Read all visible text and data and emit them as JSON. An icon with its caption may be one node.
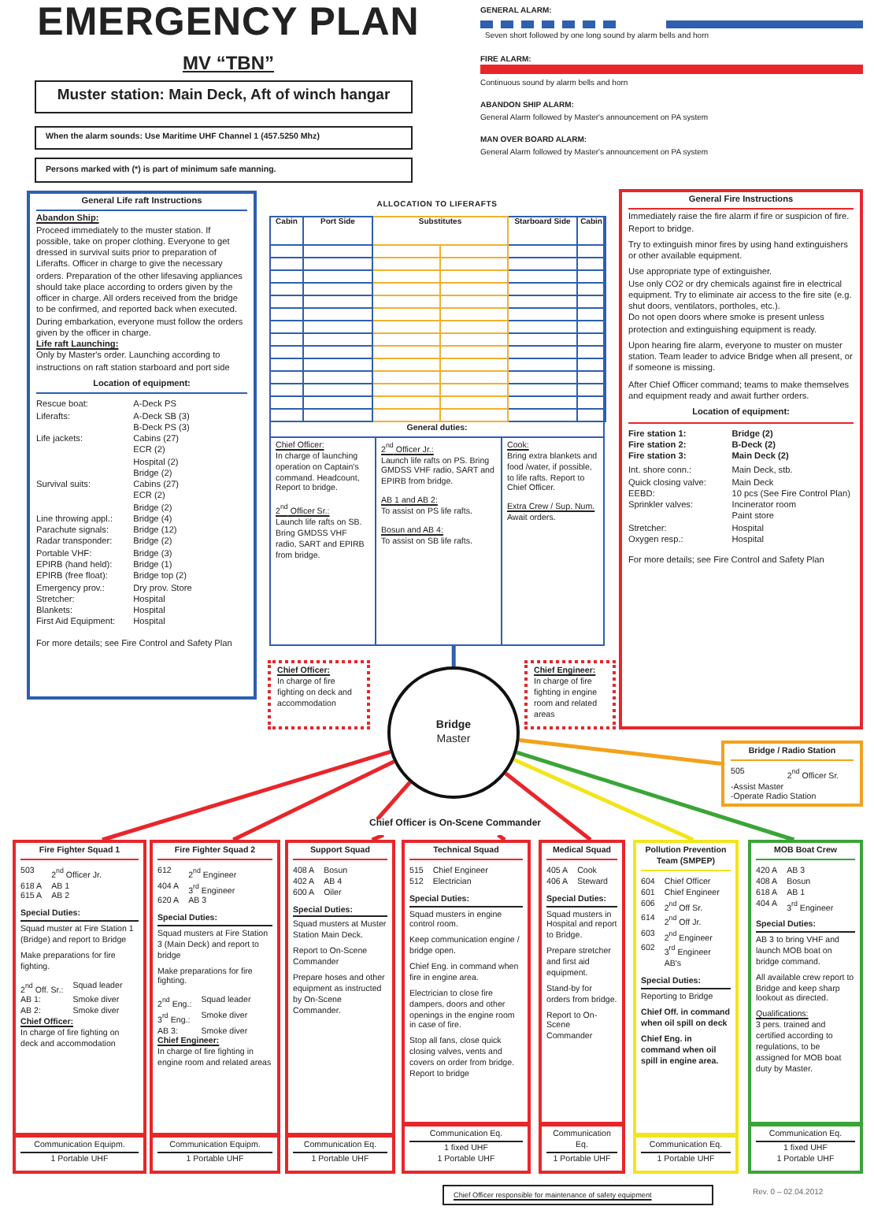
{
  "diagram": {
    "title": "EMERGENCY PLAN",
    "nodes": [
      {
        "text": [
          "Muster station: Main Deck, Aft of winch hangar"
        ]
      },
      {
        "text": [
          "When the alarm sounds: Use Maritime UHF Channel 1 (457.5250 Mhz)"
        ]
      },
      {
        "text": [
          "Persons marked with (*) is part of minimum safe manning."
        ]
      },
      {
        "text": [
          "General Life raft Instructions",
          "Abandon Ship:",
          "Proceed immediately to the muster station. If possible, take on proper clothing. Everyone to get dressed in survival suits prior to preparation of Liferafts. Officer in charge to give the necessary orders. Preparation of the other lifesaving appliances should take place according to orders given by the officer in charge. All orders received from the bridge to be confirmed, and reported back when executed. During embarkation, everyone must follow the orders given by the officer in charge.",
          "Life raft Launching:",
          "Only by Master's order. Launching according to instructions on raft station starboard and port side",
          "Location of equipment:",
          "Rescue boat:",
          "A-Deck PS",
          "Liferafts:",
          "A-Deck SB (3)",
          "B-Deck PS (3)",
          "Life jackets:",
          "Cabins (27)",
          "ECR (2)",
          "Hospital (2)",
          "Bridge (2)",
          "Survival suits:",
          "Cabins (27)",
          "ECR (2)",
          "Bridge (2)",
          "Line throwing appl.:",
          "Bridge (4)",
          "Parachute signals:",
          "Bridge (12)",
          "Radar transponder:",
          "Bridge (2)",
          "Portable VHF:",
          "Bridge (3)",
          "EPIRB (hand held):",
          "Bridge (1)",
          "EPIRB (free float):",
          "Bridge top (2)",
          "Emergency prov.:",
          "Dry prov. Store",
          "Stretcher:",
          "Hospital",
          "Blankets:",
          "Hospital",
          "First Aid Equipment:",
          "Hospital",
          "For more details; see Fire Control and Safety Plan"
        ]
      },
      {
        "text": [
          "ALLOCATION TO LIFERAFTS",
          "Cabin",
          "Port Side",
          "Substitutes",
          "Starboard Side",
          "Cabin",
          "General duties:",
          "Chief Officer:",
          "In charge of launching operation on Captain's command. Headcount, Report to bridge.",
          "2$^{nd}$ Officer Sr.:",
          "Launch life rafts on SB. Bring GMDSS VHF radio, SART and EPIRB from bridge.",
          "2$^{nd}$ Officer Jr.:",
          "Launch life rafts on PS. Bring GMDSS VHF radio, SART and EPIRB from bridge.",
          "AB 1 and AB 2:",
          "To assist on PS life rafts.",
          "Bosun and AB 4:",
          "To assist on SB life rafts.",
          "Cook:",
          "Bring extra blankets and food /water, if possible, to life rafts. Report to Chief Officer.",
          "Extra Crew / Sup. Num.",
          "Await orders."
        ]
      },
      {
        "text": [
          "Chief Officer:",
          "In charge of fire fighting on deck and accommodation"
        ]
      },
      {
        "text": [
          "Chief Engineer:",
          "In charge of fire fighting in engine room and related areas"
        ]
      },
      {
        "text": [
          "General Fire Instructions",
          "Immediately raise the fire alarm if fire or suspicion of fire. Report to bridge.",
          "Try to extinguish minor fires by using hand extinguishers or other available equipment.",
          "Use appropriate type of extinguisher.",
          "Use only CO2 or dry chemicals against fire in electrical equipment. Try to eliminate air access to the fire site (e.g. shut doors, ventilators, portholes, etc.).",
          "Do not open doors where smoke is present unless protection and extinguishing equipment is ready.",
          "Upon hearing fire alarm, everyone to muster on muster station. Team leader to advice Bridge when all present, or if someone is missing.",
          "After Chief Officer command; teams to make themselves and equipment ready and await further orders.",
          "Location of equipment:",
          "Fire station 1:",
          "Bridge (2)",
          "Fire station 2:",
          "B-Deck (2)",
          "Fire station 3:",
          "Main Deck (2)",
          "Int. shore conn.:",
          "Main Deck, stb.",
          "Quick closing valve:",
          "Main Deck",
          "EEBD:",
          "10 pcs (See Fire Control Plan)",
          "Sprinkler valves:",
          "Incinerator room",
          "Paint store",
          "Stretcher:",
          "Hospital",
          "Oxygen resp.:",
          "Hospital",
          "For more details; see Fire Control and Safety Plan"
        ]
      },
      {
        "text": [
          "Bridge",
          "Master"
        ]
      },
      {
        "text": [
          "Bridge / Radio Station",
          "505",
          "2$^{nd}$ Officer Sr.",
          "-Assist Master",
          "-Operate Radio Station"
        ]
      },
      {
        "text": [
          "Chief Officer is On-Scene Commander"
        ]
      },
      {
        "text": [
          "Fire Fighter Squad 1",
          "503",
          "2$^{nd}$ Officer Jr.",
          "618 A",
          "AB 1",
          "615 A",
          "AB 2",
          "Special Duties:",
          "Squad muster at Fire Station 1 (Bridge) and report to Bridge",
          "Make preparations for fire fighting.",
          "2$^{nd}$ Off. Sr.:",
          "Squad leader",
          "AB 1:",
          "Smoke diver",
          "AB 2:",
          "Smoke diver",
          "Chief Officer:",
          "In charge of fire fighting on deck and accommodation",
          "Communication Equipm.",
          "1 Portable UHF"
        ]
      },
      {
        "text": [
          "Fire Fighter Squad 2",
          "612",
          "2$^{nd}$ Engineer",
          "404 A",
          "3$^{rd}$ Engineer",
          "620 A",
          "AB 3",
          "Special Duties:",
          "Squad musters at Fire Station 3 (Main Deck) and report to bridge",
          "Make preparations for fire fighting.",
          "2$^{nd}$ Eng.:",
          "Squad leader",
          "3$^{rd}$ Eng.:",
          "Smoke diver",
          "AB 3:",
          "Smoke diver",
          "Chief Engineer:",
          "In charge of fire fighting in engine room and related areas",
          "Communication Equipm.",
          "1 Portable UHF"
        ]
      },
      {
        "text": [
          "Support Squad",
          "408 A",
          "Bosun",
          "402 A",
          "AB 4",
          "600 A",
          "Oiler",
          "Special Duties:",
          "Squad musters at Muster Station Main Deck.",
          "Report to On-Scene Commander",
          "Prepare hoses and other equipment as instructed by On-Scene Commander.",
          "Communication Eq.",
          "1 Portable UHF"
        ]
      },
      {
        "text": [
          "Technical Squad",
          "515",
          "Chief Engineer",
          "512",
          "Electrician",
          "Special Duties:",
          "Squad musters in engine control room.",
          "Keep communication engine / bridge open.",
          "Chief Eng. in command when fire in engine area.",
          "Electrician to close fire dampers, doors and other openings in the engine room in case of fire.",
          "Stop all fans, close quick closing valves, vents and covers on order from bridge. Report to bridge",
          "Communication Eq.",
          "1 fixed UHF",
          "1 Portable UHF"
        ]
      },
      {
        "text": [
          "Medical Squad",
          "405 A",
          "Cook",
          "406 A",
          "Steward",
          "Special Duties:",
          "Squad musters in Hospital and report to Bridge.",
          "Prepare stretcher and first aid equipment.",
          "Stand-by for orders from bridge.",
          "Report to On-Scene Commander",
          "Communication Eq.",
          "1 Portable UHF"
        ]
      },
      {
        "text": [
          "Pollution Prevention Team (SMPEP)",
          "604",
          "Chief Officer",
          "601",
          "Chief Engineer",
          "606",
          "2$^{nd}$ Off Sr.",
          "614",
          "2$^{nd}$ Off Jr.",
          "603",
          "2$^{nd}$ Engineer",
          "602",
          "3$^{rd}$ Engineer",
          "AB's",
          "Special Duties:",
          "Reporting to Bridge",
          "Chief Off. in command when oil spill on deck",
          "Chief Eng. in command when oil spill in engine area.",
          "Communication Eq.",
          "1 Portable UHF"
        ]
      },
      {
        "text": [
          "MOB Boat Crew",
          "420 A",
          "AB 3",
          "408 A",
          "Bosun",
          "618 A",
          "AB 1",
          "404 A",
          "3$^{rd}$ Engineer",
          "Special Duties:",
          "AB 3 to bring VHF and launch MOB boat on bridge command.",
          "All available crew report to Bridge and keep sharp lookout as directed.",
          "Qualifications:",
          "3 pers. trained and certified according to regulations, to be assigned for MOB boat duty by Master.",
          "Communication Eq.",
          "1 fixed UHF",
          "1 Portable UHF"
        ]
      },
      {
        "text": [
          "Chief Officer responsible for maintenance of safety equipment"
        ]
      }
    ],
    "edges": [
      {
        "from": 8,
        "to": 4,
        "arrow": "none",
        "color": "#2e5fb0"
      },
      {
        "from": 8,
        "to": 11,
        "arrow": "none"
      },
      {
        "from": 8,
        "to": 12,
        "arrow": "none"
      },
      {
        "from": 8,
        "to": 10,
        "arrow": "none"
      },
      {
        "from": 10,
        "to": 13,
        "arrow": "none"
      },
      {
        "from": 10,
        "to": 14,
        "arrow": "none"
      },
      {
        "from": 8,
        "to": 15,
        "arrow": "none"
      },
      {
        "from": 8,
        "to": 16,
        "arrow": "none",
        "color": "#f2e51a"
      },
      {
        "from": 8,
        "to": 17,
        "arrow": "none",
        "color": "#3aa537"
      },
      {
        "from": 8,
        "to": 9,
        "arrow": "none",
        "color": "#f2a21c"
      }
    ],
    "labels": [
      "MV “TBN”",
      "GENERAL ALARM:",
      "Seven short followed by one long sound by alarm bells and horn",
      "FIRE ALARM:",
      "Continuous sound by alarm bells and horn",
      "ABANDON SHIP ALARM:",
      "General Alarm followed by Master's announcement on PA system",
      "MAN OVER BOARD ALARM:",
      "General Alarm followed by Master's announcement on PA system",
      "Rev. 0 – 02.04.2012"
    ]
  }
}
